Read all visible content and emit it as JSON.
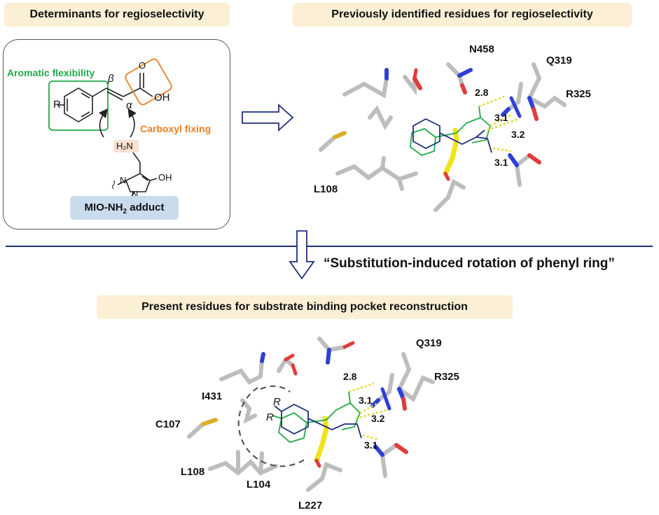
{
  "headers": {
    "determinants": "Determinants for regioselectivity",
    "previous": "Previously identified residues for regioselectivity",
    "present": "Present residues for substrate binding pocket reconstruction"
  },
  "scheme": {
    "aromatic_flexibility": "Aromatic flexibility",
    "carboxyl_fixing": "Carboxyl fixing",
    "r_group": "R",
    "beta": "β",
    "alpha": "α",
    "oh_acid": "OH",
    "oxygen": "O",
    "amine": "H₂N",
    "imidazole_n1": "N",
    "imidazole_n2": "N",
    "oh_ring": "OH",
    "adduct_main": "MIO-NH",
    "adduct_sub": "2",
    "adduct_tail": " adduct"
  },
  "quote": "“Substitution-induced rotation of phenyl ring”",
  "top_structure": {
    "residues": {
      "n458": "N458",
      "q319": "Q319",
      "r325": "R325",
      "l108": "L108"
    },
    "distances": {
      "d1": "2.8",
      "d2": "3.1",
      "d3": "3.2",
      "d4": "3.1"
    }
  },
  "bottom_structure": {
    "residues": {
      "q319": "Q319",
      "r325": "R325",
      "i431": "I431",
      "c107": "C107",
      "l108": "L108",
      "l104": "L104",
      "l227": "L227"
    },
    "distances": {
      "d1": "2.8",
      "d2": "3.1",
      "d3": "3.2",
      "d4": "3.1"
    },
    "r_labels": {
      "r1": "R",
      "r2": "R"
    }
  },
  "colors": {
    "header_bg": "#fbefd6",
    "adduct_bg": "#c9dcee",
    "green": "#22a84a",
    "orange": "#ee7d23",
    "navy": "#1f2e7a",
    "stick_gray": "#bdbdbd",
    "nitrogen": "#2f3fd6",
    "oxygen": "#e23b3b",
    "sulfur": "#d9b02a",
    "ligand_yellow": "#f2e317",
    "hbond": "#e5d92c"
  }
}
